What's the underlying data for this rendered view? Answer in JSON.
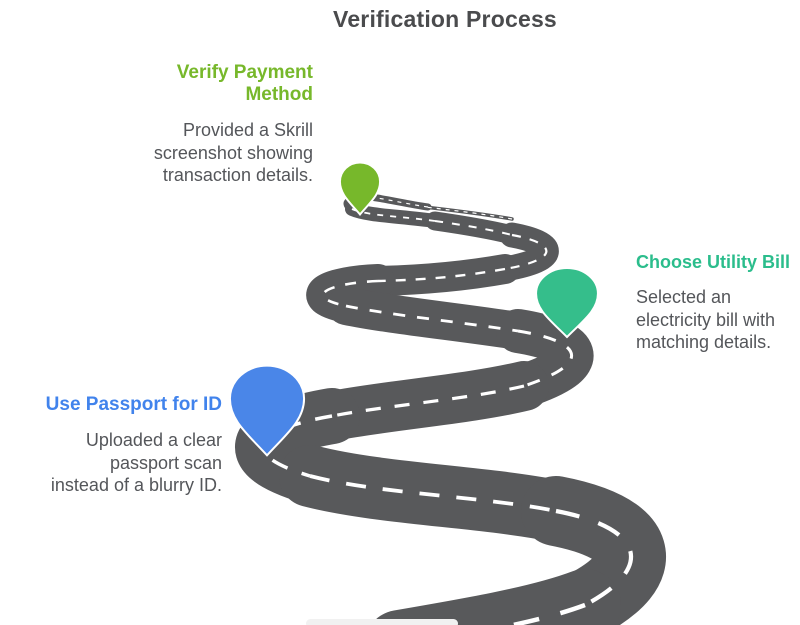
{
  "title": "Verification Process",
  "steps": [
    {
      "title_lines": [
        "Verify Payment",
        "Method"
      ],
      "desc_lines": [
        "Provided a Skrill",
        "screenshot showing",
        "transaction details."
      ],
      "accent": "#77B82B"
    },
    {
      "title_lines": [
        "Choose Utility Bill"
      ],
      "desc_lines": [
        "Selected an",
        "electricity bill with",
        "matching details."
      ],
      "accent": "#2BBD8C"
    },
    {
      "title_lines": [
        "Use Passport for ID"
      ],
      "desc_lines": [
        "Uploaded a clear",
        "passport scan",
        "instead of a blurry ID."
      ],
      "accent": "#4183EC"
    }
  ],
  "road": {
    "color": "#58595B",
    "dash_color": "#FFFFFF",
    "pin_outline": "#FFFFFF"
  },
  "pins": [
    {
      "name": "verify-payment-pin",
      "color": "#77B82B"
    },
    {
      "name": "utility-bill-pin",
      "color": "#35BE8B"
    },
    {
      "name": "passport-pin",
      "color": "#4A86E8"
    }
  ]
}
